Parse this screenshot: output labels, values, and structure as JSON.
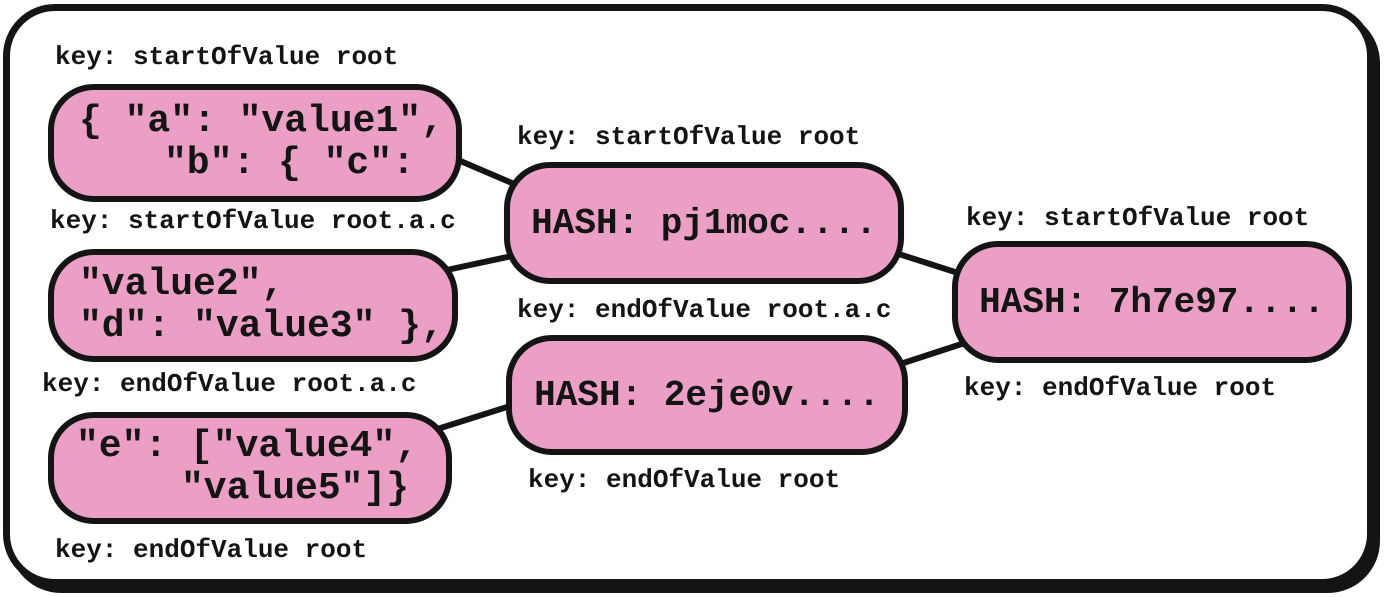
{
  "colors": {
    "node_fill": "#ec9fc5",
    "stroke": "#141414",
    "background": "#ffffff"
  },
  "nodes": {
    "chunk1": {
      "label_above": "key: startOfValue root",
      "line1": "{ \"a\": \"value1\",",
      "line2": "\"b\": { \"c\":"
    },
    "chunk2": {
      "label_above": "key: startOfValue root.a.c",
      "line1": "\"value2\",",
      "line2": "\"d\": \"value3\" },"
    },
    "chunk3": {
      "label_above": "key: endOfValue root.a.c",
      "label_below": "key: endOfValue root",
      "line1": "\"e\": [\"value4\",",
      "line2": "\"value5\"]}"
    },
    "hash1": {
      "label_above": "key: startOfValue root",
      "label_below": "key: endOfValue root.a.c",
      "text": "HASH: pj1moc...."
    },
    "hash2": {
      "label_below": "key: endOfValue root",
      "text": "HASH: 2eje0v...."
    },
    "hash3": {
      "label_above": "key: startOfValue root",
      "label_below": "key: endOfValue root",
      "text": "HASH: 7h7e97...."
    }
  },
  "edges": [
    {
      "from": "chunk1",
      "to": "hash1"
    },
    {
      "from": "chunk2",
      "to": "hash1"
    },
    {
      "from": "chunk3",
      "to": "hash2"
    },
    {
      "from": "hash1",
      "to": "hash3"
    },
    {
      "from": "hash2",
      "to": "hash3"
    }
  ]
}
